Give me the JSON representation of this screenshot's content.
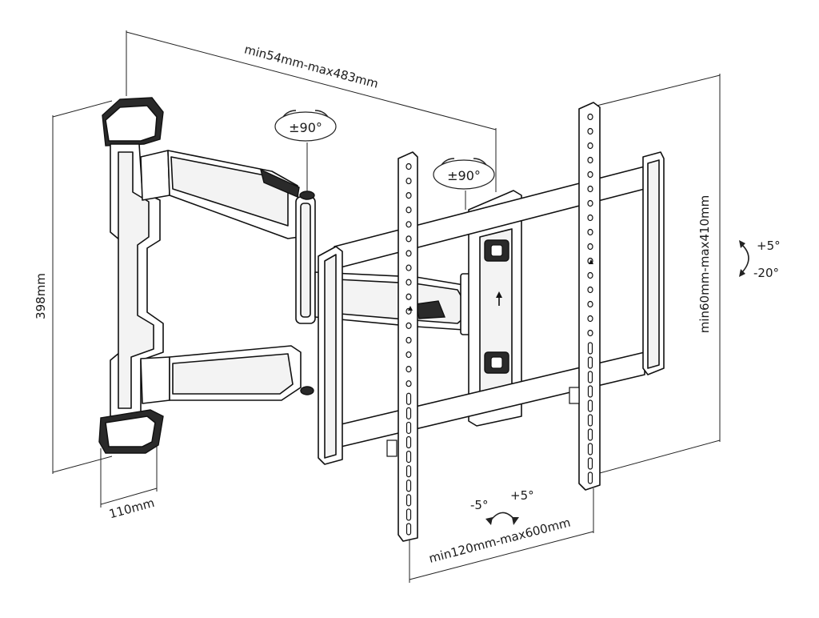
{
  "dimensions": {
    "arm_extension": "min54mm-max483mm",
    "height": "398mm",
    "depth": "110mm",
    "vesa_vertical": "min60mm-max410mm",
    "vesa_horizontal": "min120mm-max600mm"
  },
  "rotations": {
    "swivel_arm": "±90°",
    "swivel_head": "±90°",
    "tilt_up": "+5°",
    "tilt_down": "-20°",
    "level_left": "-5°",
    "level_right": "+5°"
  },
  "colors": {
    "line": "#111111",
    "background": "#ffffff"
  }
}
